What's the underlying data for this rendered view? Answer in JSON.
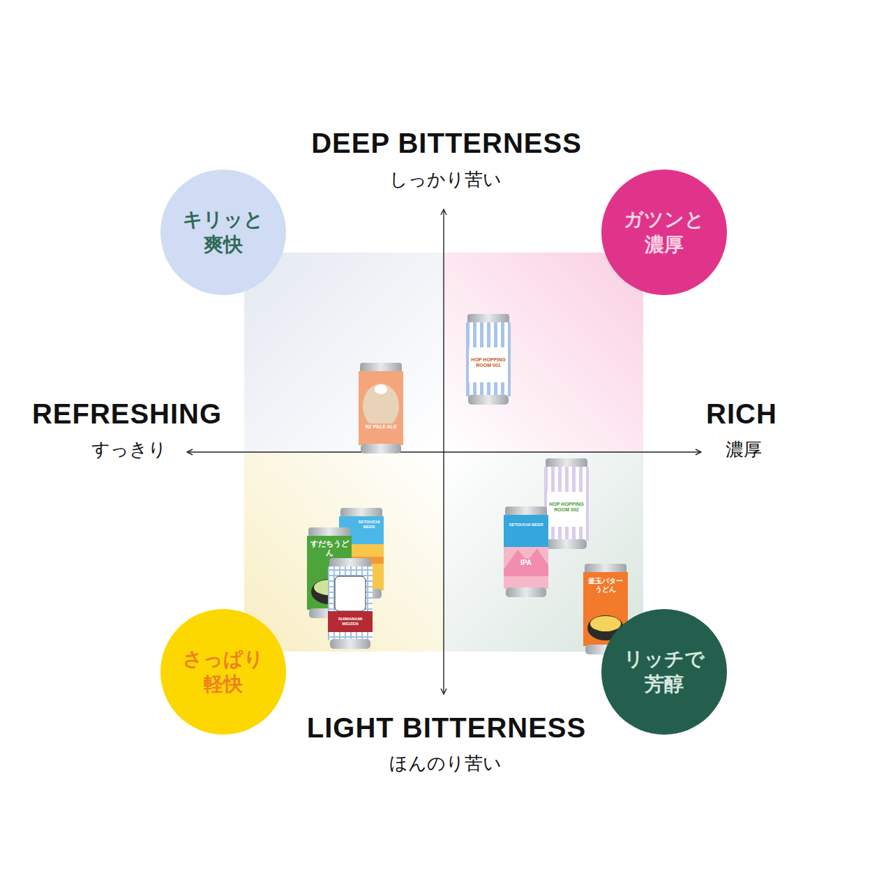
{
  "diagram": {
    "nodes": [
      {
        "text": [
          "キリッと 爽快"
        ]
      },
      {
        "text": [
          "ガツンと 濃厚"
        ]
      },
      {
        "text": [
          "さっぱり 軽快"
        ]
      },
      {
        "text": [
          "リッチで 芳醇"
        ]
      }
    ],
    "labels": [
      "DEEP BITTERNESS",
      "しっかり苦い",
      "REFRESHING",
      "すっきり",
      "RICH",
      "濃厚",
      "LIGHT BITTERNESS",
      "ほんのり苦い",
      "NZ PALE ALE",
      "HOP HOPPING ROOM 001",
      "HOP HOPPING ROOM 002",
      "SETOUCHI BEER",
      "すだちうどん",
      "SHIMANAMI WEIZEN",
      "SETOUCHI BEER",
      "IPA",
      "釜玉バターうどん"
    ]
  }
}
